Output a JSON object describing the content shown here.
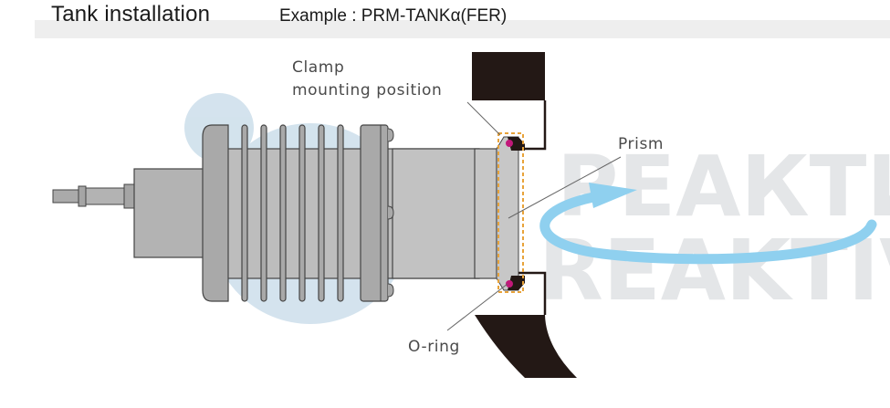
{
  "header": {
    "title": "Tank installation",
    "example": "Example : PRM-TANKα(FER)"
  },
  "diagram": {
    "labels": {
      "clamp_line1": "Clamp",
      "clamp_line2": "mounting position",
      "prism": "Prism",
      "oring": "O-ring"
    },
    "watermark": {
      "line1": "РЕАКТИВ",
      "line2": "REAKTIV"
    },
    "colors": {
      "sensor_body": "#b9b9b9",
      "tank_wall": "#231815",
      "clamp_outline": "#e8a33a",
      "oring": "#c2187a",
      "flow_arrow": "#8fd0ef",
      "watermark_blue": "#c7dceb"
    }
  }
}
